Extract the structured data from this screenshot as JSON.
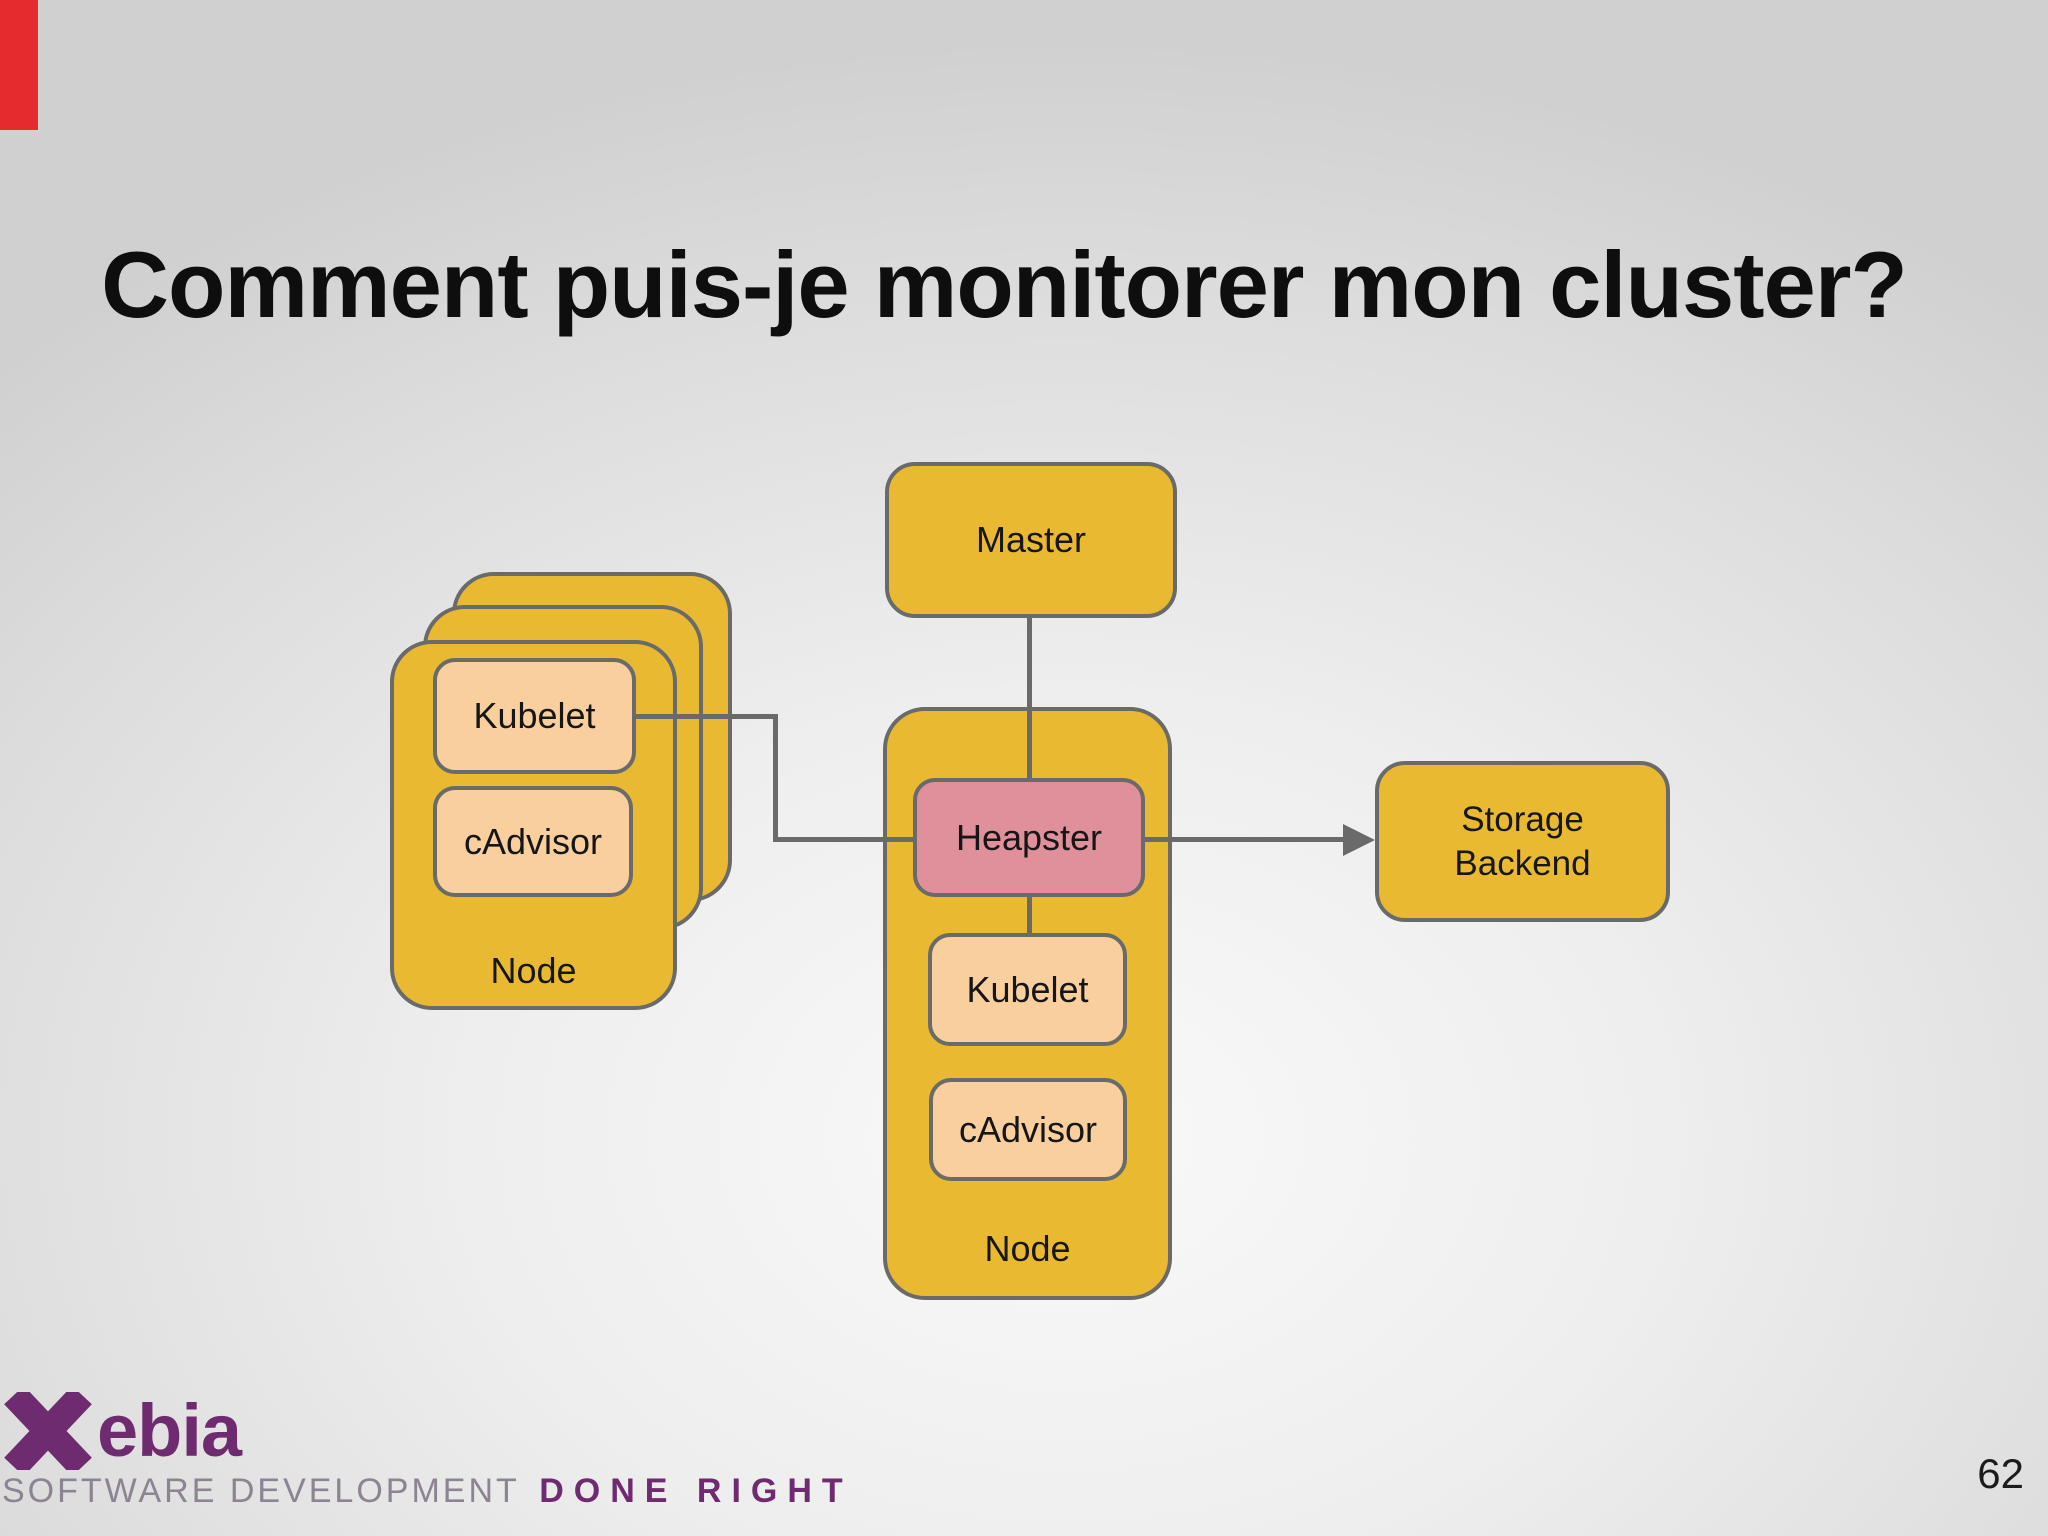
{
  "slide": {
    "title": "Comment puis-je monitorer mon cluster?",
    "page_number": "62"
  },
  "diagram": {
    "master": {
      "label": "Master"
    },
    "left_node": {
      "kubelet": "Kubelet",
      "cadvisor": "cAdvisor",
      "label": "Node"
    },
    "center_node": {
      "heapster": "Heapster",
      "kubelet": "Kubelet",
      "cadvisor": "cAdvisor",
      "label": "Node"
    },
    "storage": {
      "line1": "Storage",
      "line2": "Backend"
    }
  },
  "footer": {
    "logo_x": "X",
    "logo_text": "ebia",
    "tagline_gray": "SOFTWARE DEVELOPMENT",
    "tagline_purple": "DONE RIGHT"
  },
  "colors": {
    "yellow": "#e9ba31",
    "peach": "#f9cf9e",
    "pink": "#e0909a",
    "border": "#6a6a6a",
    "red": "#e62b2e",
    "purple": "#6f2b6f",
    "taglineGray": "#8c8492"
  }
}
